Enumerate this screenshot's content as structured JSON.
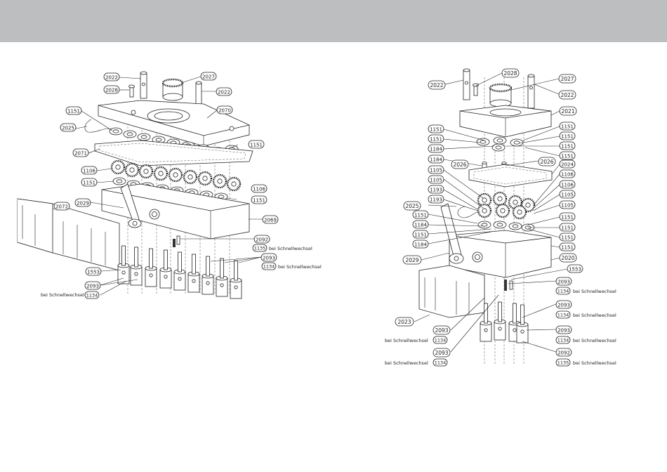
{
  "labels": {
    "l2022": "2022",
    "l2028": "2028",
    "l2027": "2027",
    "l2070": "2070",
    "l2025": "2025",
    "l2071": "2071",
    "l2072": "2072",
    "l2029": "2029",
    "l2069": "2069",
    "l2092": "2092",
    "l2093": "2093",
    "l1151": "1151",
    "l1106": "1106",
    "l1105": "1105",
    "l1184": "1184",
    "l1193": "1193",
    "l1135": "1135",
    "l1134": "1134",
    "l1553": "1553",
    "l2021": "2021",
    "l2026": "2026",
    "l2024": "2024",
    "l2020": "2020",
    "l2023": "2023"
  },
  "notes": {
    "schnellwechsel": "bei  Schnellwechsel"
  },
  "colors": {
    "header_bar": "#bdbebf",
    "line": "#222222"
  }
}
